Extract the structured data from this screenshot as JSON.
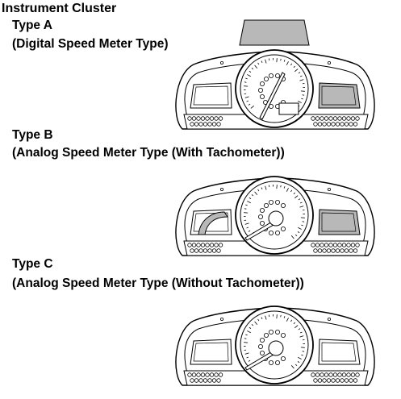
{
  "heading": "Instrument Cluster",
  "type_a": {
    "title": "Type A",
    "subtitle": "(Digital Speed Meter Type)"
  },
  "type_b": {
    "title": "Type B",
    "subtitle": "(Analog Speed Meter Type (With Tachometer))"
  },
  "type_c": {
    "title": "Type C",
    "subtitle": "(Analog Speed Meter Type (Without Tachometer))"
  },
  "colors": {
    "line": "#000000",
    "shade": "#b8b8b8",
    "fill": "#ffffff"
  }
}
